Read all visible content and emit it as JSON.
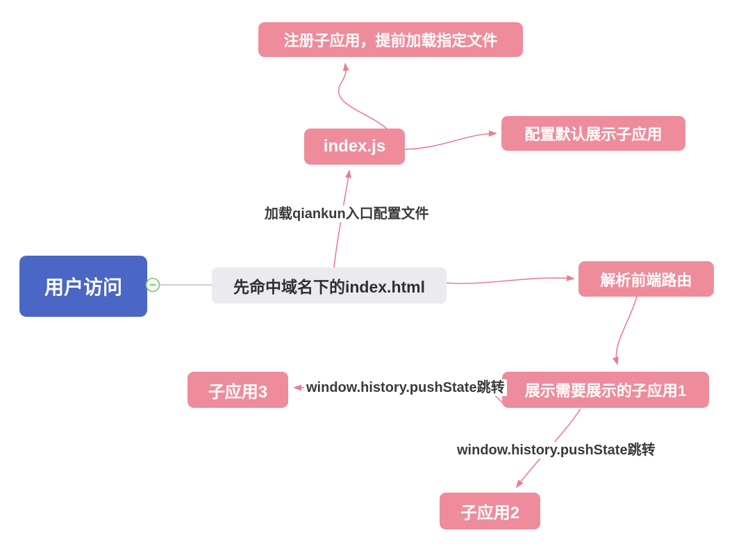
{
  "diagram": {
    "colors": {
      "node_pink": "#ee8c9c",
      "node_blue": "#4a67c5",
      "node_gray": "#ebebef",
      "connector_pink": "#e87f92",
      "connector_gray": "#c6c6c8",
      "toggle_green": "#7cbf7c",
      "toggle_fill": "#f2faf2",
      "label_color": "#3a3a3a"
    },
    "nodes": {
      "register": {
        "label": "注册子应用，提前加载指定文件"
      },
      "index_js": {
        "label": "index.js"
      },
      "config_default": {
        "label": "配置默认展示子应用"
      },
      "user_visit": {
        "label": "用户访问"
      },
      "index_html": {
        "label": "先命中域名下的index.html"
      },
      "parse_route": {
        "label": "解析前端路由"
      },
      "subapp3": {
        "label": "子应用3"
      },
      "show_subapp1": {
        "label": "展示需要展示的子应用1"
      },
      "subapp2": {
        "label": "子应用2"
      }
    },
    "edge_labels": {
      "load_qiankun": "加载qiankun入口配置文件",
      "pushstate_left": "window.history.pushState跳转",
      "pushstate_down": "window.history.pushState跳转"
    },
    "toggle": {
      "icon": "minus-icon",
      "state": "expanded"
    }
  }
}
